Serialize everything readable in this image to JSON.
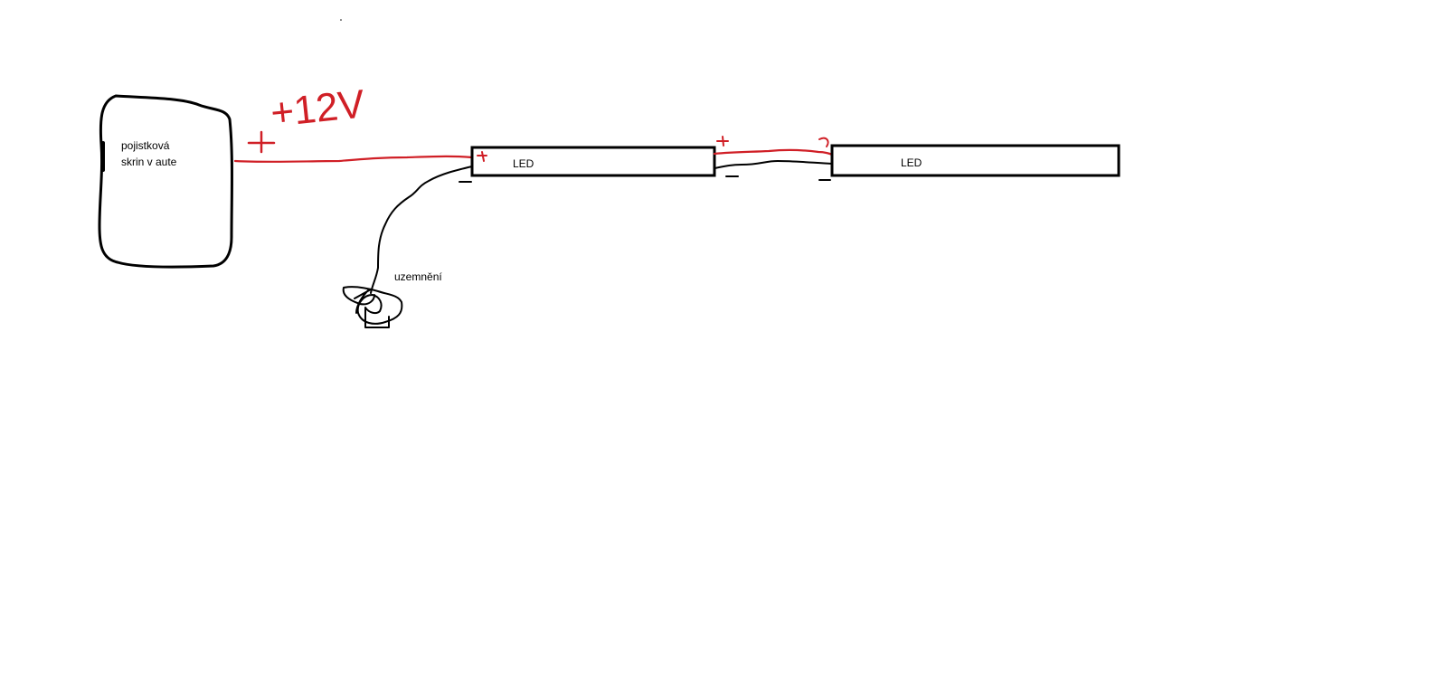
{
  "diagram": {
    "fusebox_label_line1": "pojistková",
    "fusebox_label_line2": "skrin v aute",
    "voltage_label": "+12V",
    "led1_label": "LED",
    "led2_label": "LED",
    "ground_label": "uzemnění",
    "plus_sign": "+",
    "minus_sign": "−"
  },
  "colors": {
    "positive_wire": "#d01f26",
    "negative_wire": "#000000",
    "background": "#ffffff"
  }
}
